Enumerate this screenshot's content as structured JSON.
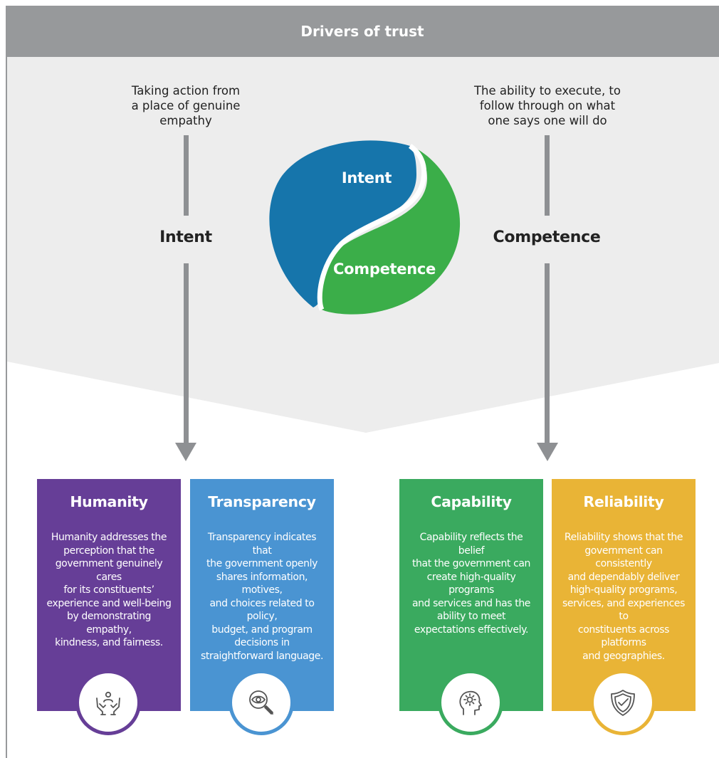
{
  "header": {
    "title": "Drivers of trust"
  },
  "drivers": {
    "intent": {
      "label": "Intent",
      "description_lines": [
        "Taking action from",
        "a place of genuine",
        "empathy"
      ]
    },
    "competence": {
      "label": "Competence",
      "description_lines": [
        "The ability to execute, to",
        "follow through on what",
        "one says one will do"
      ]
    }
  },
  "yin_yang": {
    "top_label": "Intent",
    "bottom_label": "Competence"
  },
  "cards": [
    {
      "title": "Humanity",
      "color": "#663e97",
      "icon": "caring-hands-icon",
      "lines": [
        "Humanity addresses the",
        "perception that the",
        "government genuinely cares",
        "for its constituents’",
        "experience and well-being",
        "by demonstrating empathy,",
        "kindness, and fairness."
      ]
    },
    {
      "title": "Transparency",
      "color": "#4a94d2",
      "icon": "magnifier-eye-icon",
      "lines": [
        "Transparency indicates that",
        "the government openly",
        "shares information, motives,",
        "and choices related to policy,",
        "budget, and program",
        "decisions in",
        "straightforward language."
      ]
    },
    {
      "title": "Capability",
      "color": "#3aaa5f",
      "icon": "head-gear-icon",
      "lines": [
        "Capability reflects the belief",
        "that the government can",
        "create high-quality programs",
        "and services and has the",
        "ability to meet",
        "expectations effectively."
      ]
    },
    {
      "title": "Reliability",
      "color": "#e9b436",
      "icon": "shield-check-icon",
      "lines": [
        "Reliability shows that the",
        "government can consistently",
        "and dependably deliver",
        "high-quality programs,",
        "services, and experiences to",
        "constituents across platforms",
        "and geographies."
      ]
    }
  ],
  "colors": {
    "header": "#97999b",
    "band": "#ededed",
    "arrow": "#8e9093",
    "blue": "#1675ab",
    "green": "#3bae49"
  }
}
